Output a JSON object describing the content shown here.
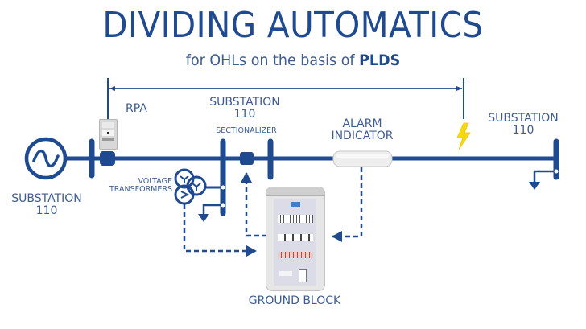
{
  "header": {
    "title": "DIVIDING AUTOMATICS",
    "subtitle_prefix": "for OHLs on the basis of",
    "subtitle_emphasis": "PLDS"
  },
  "labels": {
    "rpa": "RPA",
    "substation_left": {
      "line1": "SUBSTATION",
      "line2": "110"
    },
    "substation_middle": {
      "line1": "SUBSTATION",
      "line2": "110"
    },
    "sectionalizer": "SECTIONALIZER",
    "alarm_indicator": {
      "line1": "ALARM",
      "line2": "INDICATOR"
    },
    "substation_right": {
      "line1": "SUBSTATION",
      "line2": "110"
    },
    "voltage_transformers": {
      "line1": "VOLTAGE",
      "line2": "TRANSFORMERS"
    },
    "ground_block": "GROUND BLOCK"
  },
  "colors": {
    "line": "#1f4a8f",
    "text": "#3e5c8f",
    "fault": "#f5d90a"
  }
}
